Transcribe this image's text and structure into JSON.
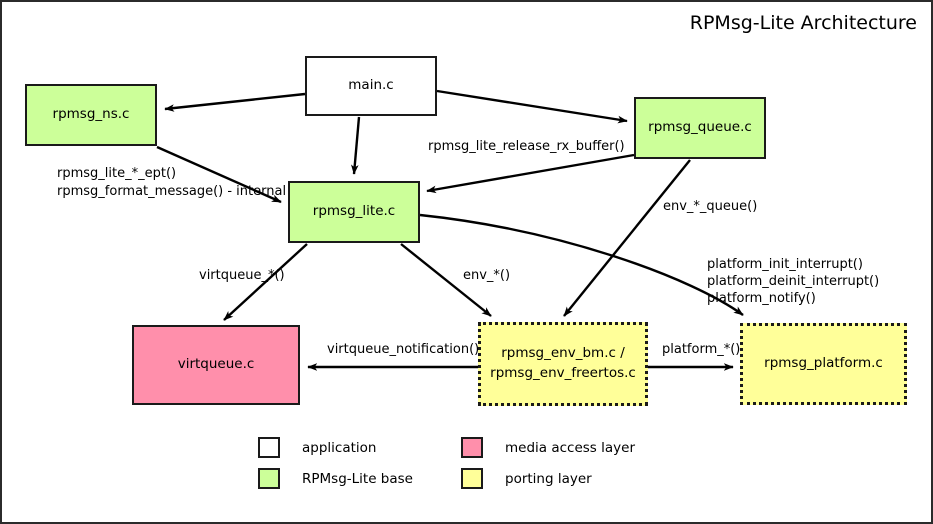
{
  "diagram": {
    "title": "RPMsg-Lite Architecture",
    "colors": {
      "application": "#ffffff",
      "rpmsg_lite_base": "#ccff99",
      "media_access_layer": "#ff8fab",
      "porting_layer": "#ffff99",
      "stroke": "#1a1a1a",
      "frame": "#2b2b2b"
    },
    "nodes": [
      {
        "id": "rpmsg_ns",
        "label": "rpmsg_ns.c",
        "category": "RPMsg-Lite base",
        "border": "solid"
      },
      {
        "id": "main",
        "label": "main.c",
        "category": "application",
        "border": "solid"
      },
      {
        "id": "rpmsg_queue",
        "label": "rpmsg_queue.c",
        "category": "RPMsg-Lite base",
        "border": "solid"
      },
      {
        "id": "rpmsg_lite",
        "label": "rpmsg_lite.c",
        "category": "RPMsg-Lite base",
        "border": "solid"
      },
      {
        "id": "virtqueue",
        "label": "virtqueue.c",
        "category": "media access layer",
        "border": "solid"
      },
      {
        "id": "rpmsg_env",
        "label": "rpmsg_env_bm.c\n/\nrpmsg_env_freertos.c",
        "category": "porting layer",
        "border": "dotted"
      },
      {
        "id": "rpmsg_platform",
        "label": "rpmsg_platform.c",
        "category": "porting layer",
        "border": "dotted"
      }
    ],
    "edges": [
      {
        "id": "main-to-ns",
        "from": "main",
        "to": "rpmsg_ns",
        "label": ""
      },
      {
        "id": "main-to-queue",
        "from": "main",
        "to": "rpmsg_queue",
        "label": ""
      },
      {
        "id": "main-to-lite",
        "from": "main",
        "to": "rpmsg_lite",
        "label": ""
      },
      {
        "id": "ns-to-lite",
        "from": "rpmsg_ns",
        "to": "rpmsg_lite",
        "label": "rpmsg_lite_*_ept()\nrpmsg_format_message() - internal"
      },
      {
        "id": "queue-to-lite",
        "from": "rpmsg_queue",
        "to": "rpmsg_lite",
        "label": "rpmsg_lite_release_rx_buffer()"
      },
      {
        "id": "queue-to-env",
        "from": "rpmsg_queue",
        "to": "rpmsg_env",
        "label": "env_*_queue()"
      },
      {
        "id": "lite-to-virtqueue",
        "from": "rpmsg_lite",
        "to": "virtqueue",
        "label": "virtqueue_*()"
      },
      {
        "id": "lite-to-env",
        "from": "rpmsg_lite",
        "to": "rpmsg_env",
        "label": "env_*()"
      },
      {
        "id": "lite-to-platform",
        "from": "rpmsg_lite",
        "to": "rpmsg_platform",
        "label": "platform_init_interrupt()\nplatform_deinit_interrupt()\nplatform_notify()"
      },
      {
        "id": "env-to-virtqueue",
        "from": "rpmsg_env",
        "to": "virtqueue",
        "label": "virtqueue_notification()"
      },
      {
        "id": "env-to-platform",
        "from": "rpmsg_env",
        "to": "rpmsg_platform",
        "label": "platform_*()"
      }
    ],
    "edge_labels": {
      "ns_to_lite_line1": "rpmsg_lite_*_ept()",
      "ns_to_lite_line2": "rpmsg_format_message() - internal",
      "queue_to_lite": "rpmsg_lite_release_rx_buffer()",
      "queue_to_env": "env_*_queue()",
      "lite_to_virtqueue": "virtqueue_*()",
      "lite_to_env": "env_*()",
      "platform_line1": "platform_init_interrupt()",
      "platform_line2": "platform_deinit_interrupt()",
      "platform_line3": "platform_notify()",
      "env_to_virtqueue": "virtqueue_notification()",
      "env_to_platform": "platform_*()"
    },
    "legend": [
      {
        "id": "application",
        "label": "application",
        "color": "#ffffff"
      },
      {
        "id": "rpmsg-lite-base",
        "label": "RPMsg-Lite base",
        "color": "#ccff99"
      },
      {
        "id": "media-access-layer",
        "label": "media access layer",
        "color": "#ff8fab"
      },
      {
        "id": "porting-layer",
        "label": "porting layer",
        "color": "#ffff99"
      }
    ]
  }
}
